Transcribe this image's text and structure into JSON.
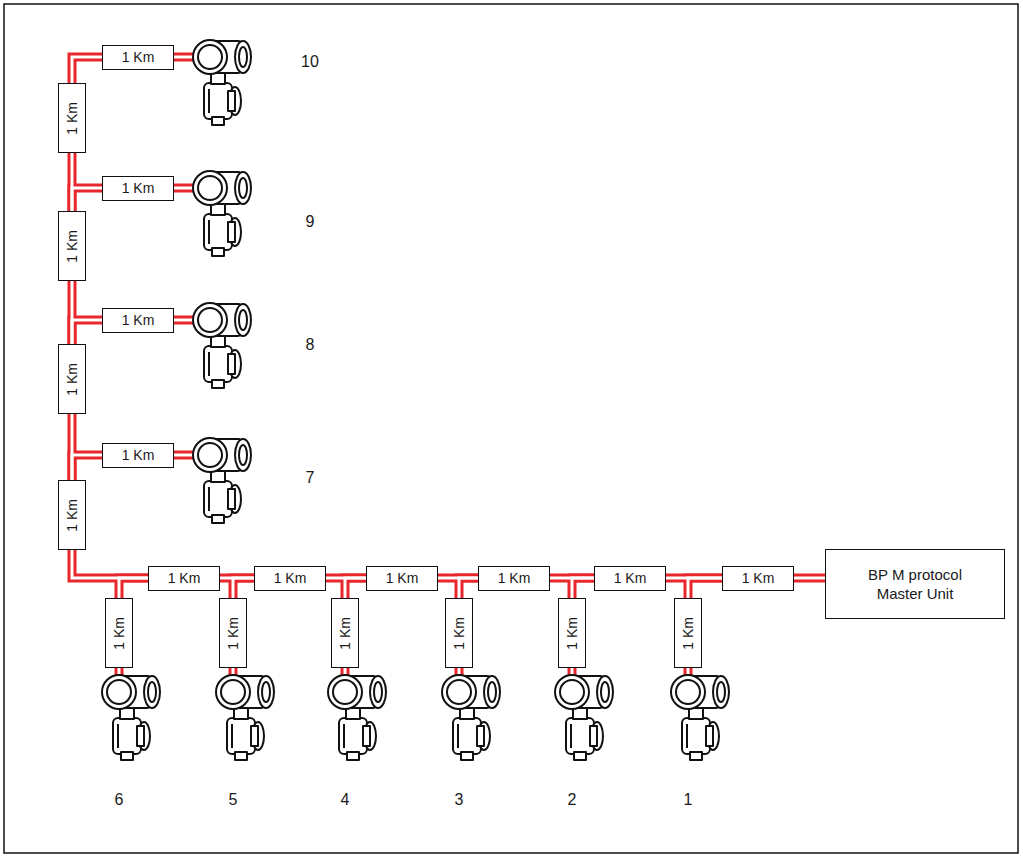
{
  "diagram": {
    "nodes": [
      {
        "text": [
          "1 Km"
        ]
      },
      {
        "text": [
          "1 Km"
        ]
      },
      {
        "text": [
          "1 Km"
        ]
      },
      {
        "text": [
          "1 Km"
        ]
      },
      {
        "text": [
          "1 Km"
        ]
      },
      {
        "text": [
          "1 Km"
        ]
      },
      {
        "text": [
          "1 Km"
        ]
      },
      {
        "text": [
          "1 Km"
        ]
      },
      {
        "text": [
          "1 Km"
        ]
      },
      {
        "text": [
          "1 Km"
        ]
      },
      {
        "text": [
          "1 Km"
        ]
      },
      {
        "text": [
          "1 Km"
        ]
      },
      {
        "text": [
          "1 Km"
        ]
      },
      {
        "text": [
          "1 Km"
        ]
      },
      {
        "text": [
          "BP M protocol Master Unit"
        ]
      },
      {
        "text": [
          "1 Km"
        ]
      },
      {
        "text": [
          "1 Km"
        ]
      },
      {
        "text": [
          "1 Km"
        ]
      },
      {
        "text": [
          "1 Km"
        ]
      },
      {
        "text": [
          "1 Km"
        ]
      },
      {
        "text": [
          "1 Km"
        ]
      }
    ],
    "edges": [
      {
        "from": 14,
        "to": 13,
        "arrow": "none"
      },
      {
        "from": 13,
        "to": 12,
        "arrow": "none"
      },
      {
        "from": 13,
        "to": 20,
        "arrow": "none"
      },
      {
        "from": 12,
        "to": 11,
        "arrow": "none"
      },
      {
        "from": 12,
        "to": 19,
        "arrow": "none"
      },
      {
        "from": 11,
        "to": 10,
        "arrow": "none"
      },
      {
        "from": 11,
        "to": 18,
        "arrow": "none"
      },
      {
        "from": 10,
        "to": 9,
        "arrow": "none"
      },
      {
        "from": 10,
        "to": 17,
        "arrow": "none"
      },
      {
        "from": 9,
        "to": 8,
        "arrow": "none"
      },
      {
        "from": 9,
        "to": 16,
        "arrow": "none"
      },
      {
        "from": 8,
        "to": 7,
        "arrow": "none"
      },
      {
        "from": 8,
        "to": 15,
        "arrow": "none"
      },
      {
        "from": 7,
        "to": 5,
        "arrow": "none"
      },
      {
        "from": 7,
        "to": 6,
        "arrow": "none"
      },
      {
        "from": 5,
        "to": 3,
        "arrow": "none"
      },
      {
        "from": 5,
        "to": 4,
        "arrow": "none"
      },
      {
        "from": 3,
        "to": 1,
        "arrow": "none"
      },
      {
        "from": 3,
        "to": 2,
        "arrow": "none"
      },
      {
        "from": 1,
        "to": 0,
        "arrow": "none"
      }
    ],
    "labels": [
      "10",
      "9",
      "8",
      "7",
      "6",
      "5",
      "4",
      "3",
      "2",
      "1"
    ]
  }
}
